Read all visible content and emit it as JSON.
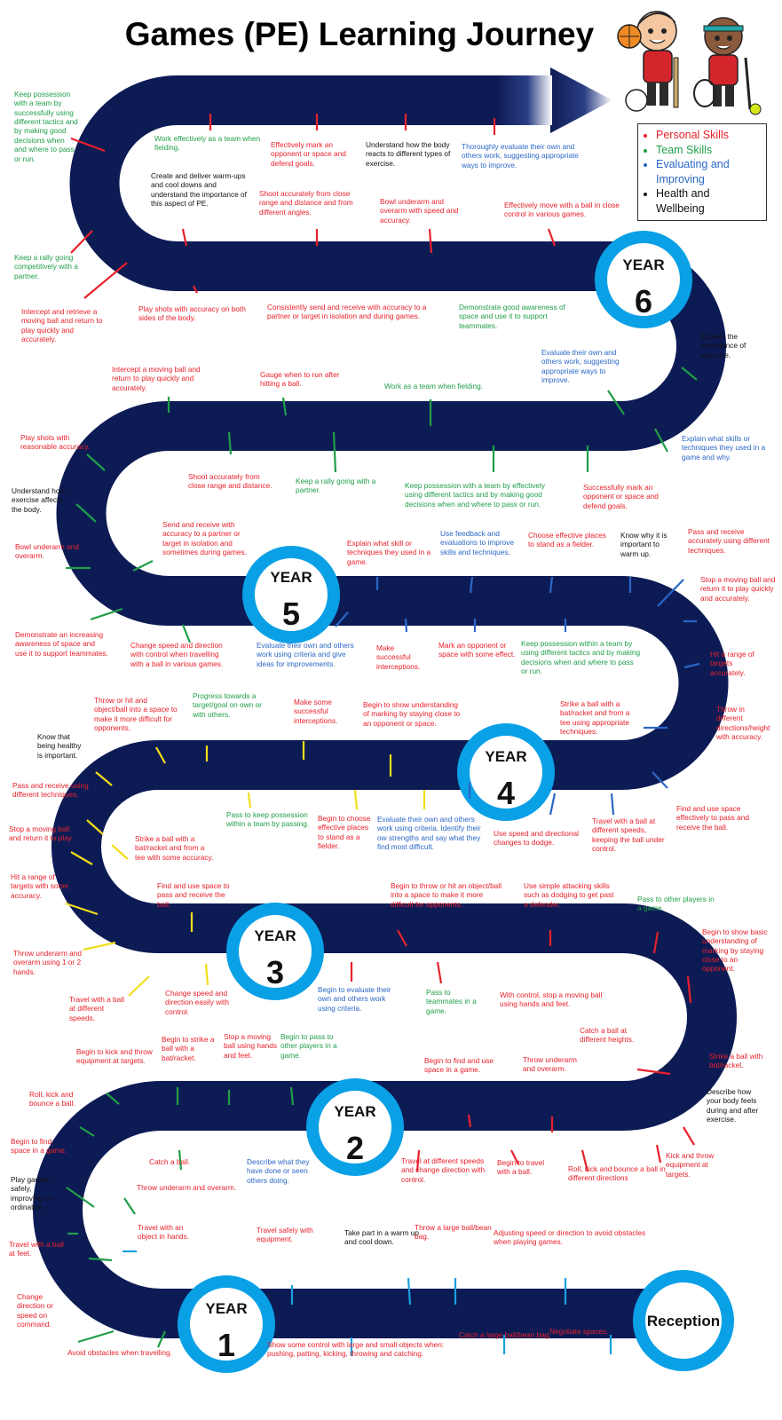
{
  "title": "Games (PE) Learning Journey",
  "legend": [
    {
      "label": "Personal Skills",
      "color": "#e8202a"
    },
    {
      "label": "Team Skills",
      "color": "#1f9e48"
    },
    {
      "label": "Evaluating and Improving",
      "color": "#2a67c7"
    },
    {
      "label": "Health and Wellbeing",
      "color": "#111111"
    }
  ],
  "badges": {
    "year6": {
      "word": "YEAR",
      "num": "6"
    },
    "year5": {
      "word": "YEAR",
      "num": "5"
    },
    "year4": {
      "word": "YEAR",
      "num": "4"
    },
    "year3": {
      "word": "YEAR",
      "num": "3"
    },
    "year2": {
      "word": "YEAR",
      "num": "2"
    },
    "year1": {
      "word": "YEAR",
      "num": "1"
    },
    "reception": "Reception"
  },
  "road_colors": {
    "road": "#0d1b55",
    "badge_ring": "#0aa0e6",
    "arrow_tip": "#ffffff"
  },
  "illustration": "two-cartoon-children-with-sports-equipment",
  "labels": [
    {
      "t": "Keep possession with a team by successfully using different tactics and by making good decisions when and where to pass or run.",
      "c": "team"
    },
    {
      "t": "Work effectively as a team when fielding.",
      "c": "team"
    },
    {
      "t": "Effectively mark an opponent or space and defend goals.",
      "c": "personal"
    },
    {
      "t": "Understand how the body reacts to different types of exercise.",
      "c": "health"
    },
    {
      "t": "Thoroughly evaluate their own and others work, suggesting appropriate ways to improve.",
      "c": "eval"
    },
    {
      "t": "Create and deliver warm-ups and cool downs and understand the importance of this aspect of PE.",
      "c": "health"
    },
    {
      "t": "Shoot accurately from close range and distance and from different angles.",
      "c": "personal"
    },
    {
      "t": "Bowl underarm and overarm with speed and accuracy.",
      "c": "personal"
    },
    {
      "t": "Effectively move with a ball in close control in various games.",
      "c": "personal"
    },
    {
      "t": "Keep a rally going competitively with a partner.",
      "c": "team"
    },
    {
      "t": "Intercept and retrieve a moving ball and return to play quickly and accurately.",
      "c": "personal"
    },
    {
      "t": "Play shots with accuracy on both sides of the body.",
      "c": "personal"
    },
    {
      "t": "Consistently send and receive with accuracy to a partner or target in isolation and during games.",
      "c": "personal"
    },
    {
      "t": "Demonstrate good awareness of space and use it to support teammates.",
      "c": "team"
    },
    {
      "t": "Explain the importance of exercise.",
      "c": "health"
    },
    {
      "t": "Evaluate their own and others work, suggesting appropriate ways to improve.",
      "c": "eval"
    },
    {
      "t": "Intercept a moving ball and return to play quickly and accurately.",
      "c": "personal"
    },
    {
      "t": "Gauge when to run after hitting a ball.",
      "c": "personal"
    },
    {
      "t": "Work as a team when fielding.",
      "c": "team"
    },
    {
      "t": "Explain what skills or techniques they used in a game and why.",
      "c": "eval"
    },
    {
      "t": "Play shots with reasonable accuracy.",
      "c": "personal"
    },
    {
      "t": "Shoot accurately from close range and distance.",
      "c": "personal"
    },
    {
      "t": "Keep a rally going with a partner.",
      "c": "team"
    },
    {
      "t": "Keep possession with a team by effectively using different tactics and by making good decisions when and where to pass or run.",
      "c": "team"
    },
    {
      "t": "Successfully mark an opponent or space and defend goals.",
      "c": "personal"
    },
    {
      "t": "Understand how exercise affects the body.",
      "c": "health"
    },
    {
      "t": "Bowl underarm and overarm.",
      "c": "personal"
    },
    {
      "t": "Send and receive with accuracy to a partner or target in isolation and sometimes during games.",
      "c": "personal"
    },
    {
      "t": "Explain what skill or techniques they used in a game.",
      "c": "personal"
    },
    {
      "t": "Use feedback and evaluations to improve skills and techniques.",
      "c": "eval"
    },
    {
      "t": "Choose effective places to stand as a fielder.",
      "c": "personal"
    },
    {
      "t": "Know why it is important to warm up.",
      "c": "health"
    },
    {
      "t": "Pass and receive accurately using different techniques.",
      "c": "personal"
    },
    {
      "t": "Stop a moving ball and return it to play quickly and accurately.",
      "c": "personal"
    },
    {
      "t": "Demonstrate an increasing awareness of space and use it to support teammates.",
      "c": "personal"
    },
    {
      "t": "Change speed and direction with control when travelling with a ball in various games.",
      "c": "personal"
    },
    {
      "t": "Evaluate their own and others work using criteria and give ideas for improvements.",
      "c": "eval"
    },
    {
      "t": "Make successful interceptions.",
      "c": "personal"
    },
    {
      "t": "Mark an opponent or space with some effect.",
      "c": "personal"
    },
    {
      "t": "Keep possession within a team by using different tactics and by making decisions when and where to pass or run.",
      "c": "team"
    },
    {
      "t": "Hit a range of targets accurately.",
      "c": "personal"
    },
    {
      "t": "Throw or hit and object/ball into a space to make it more difficult for opponents.",
      "c": "personal"
    },
    {
      "t": "Progress towards a target/goal on own or with others.",
      "c": "team"
    },
    {
      "t": "Make some successful interceptions.",
      "c": "personal"
    },
    {
      "t": "Begin to show understanding of marking by staying close to an opponent or space.",
      "c": "personal"
    },
    {
      "t": "Strike a ball with a bat/racket and from a tee using appropriate techniques.",
      "c": "personal"
    },
    {
      "t": "Throw in different directions/height with accuracy.",
      "c": "personal"
    },
    {
      "t": "Know that being healthy is important.",
      "c": "health"
    },
    {
      "t": "Pass and receive using different techniques.",
      "c": "personal"
    },
    {
      "t": "Pass to keep possession within a team by passing.",
      "c": "team"
    },
    {
      "t": "Begin to choose effective places to stand as a fielder.",
      "c": "personal"
    },
    {
      "t": "Evaluate their own and others work using criteria. Identify their ow strengths and say what they find most difficult.",
      "c": "eval"
    },
    {
      "t": "Use speed and directional changes to dodge.",
      "c": "personal"
    },
    {
      "t": "Travel with a ball at different speeds, keeping the ball under control.",
      "c": "personal"
    },
    {
      "t": "Find and use space effectively to pass and receive the ball.",
      "c": "personal"
    },
    {
      "t": "Stop a moving ball and return it to play.",
      "c": "personal"
    },
    {
      "t": "Strike a ball with a bat/racket and from a tee with some accuracy.",
      "c": "personal"
    },
    {
      "t": "Hit a range of targets with some accuracy.",
      "c": "personal"
    },
    {
      "t": "Find and use space to pass and receive the ball.",
      "c": "personal"
    },
    {
      "t": "Begin to throw or hit an object/ball into a space to make it more difficult for opponents.",
      "c": "personal"
    },
    {
      "t": "Use simple attacking skills such as dodging to get past a defender.",
      "c": "personal"
    },
    {
      "t": "Pass to other players in a game.",
      "c": "team"
    },
    {
      "t": "Begin to show basic understanding of marking by staying close to an opponent.",
      "c": "personal"
    },
    {
      "t": "Throw underarm and overarm using 1 or 2 hands.",
      "c": "personal"
    },
    {
      "t": "Travel with a ball at different speeds.",
      "c": "personal"
    },
    {
      "t": "Change speed and direction easily with control.",
      "c": "personal"
    },
    {
      "t": "Begin to evaluate their own and others work using criteria.",
      "c": "eval"
    },
    {
      "t": "Pass to teammates in a game.",
      "c": "team"
    },
    {
      "t": "With control, stop a moving ball using hands and feet.",
      "c": "personal"
    },
    {
      "t": "Catch a ball at different heights.",
      "c": "personal"
    },
    {
      "t": "Strike a ball with bat/racket.",
      "c": "personal"
    },
    {
      "t": "Begin to kick and throw equipment at targets.",
      "c": "personal"
    },
    {
      "t": "Begin to strike a ball with a bat/racket.",
      "c": "personal"
    },
    {
      "t": "Stop a moving ball using hands and feet.",
      "c": "personal"
    },
    {
      "t": "Begin to pass to other players in a game.",
      "c": "team"
    },
    {
      "t": "Begin to find and use space in a game.",
      "c": "personal"
    },
    {
      "t": "Throw underarm and overarm.",
      "c": "personal"
    },
    {
      "t": "Describe how your body feels during and after exercise.",
      "c": "health"
    },
    {
      "t": "Roll, kick and bounce a ball.",
      "c": "personal"
    },
    {
      "t": "Begin to find space in a game.",
      "c": "personal"
    },
    {
      "t": "Play games safely, improving co-ordination.",
      "c": "health"
    },
    {
      "t": "Catch a ball.",
      "c": "personal"
    },
    {
      "t": "Describe what they have done or seen others doing.",
      "c": "eval"
    },
    {
      "t": "Throw underarm and overarm.",
      "c": "personal"
    },
    {
      "t": "Travel at different speeds and change direction with control.",
      "c": "personal"
    },
    {
      "t": "Begin to travel with a ball.",
      "c": "personal"
    },
    {
      "t": "Roll, kick and bounce a ball in different directions",
      "c": "personal"
    },
    {
      "t": "Kick and throw equipment at targets.",
      "c": "personal"
    },
    {
      "t": "Travel with a ball at feet.",
      "c": "personal"
    },
    {
      "t": "Travel with an object in hands.",
      "c": "personal"
    },
    {
      "t": "Travel safely with equipment.",
      "c": "personal"
    },
    {
      "t": "Take part in a warm up and cool down.",
      "c": "health"
    },
    {
      "t": "Throw a large ball/bean bag.",
      "c": "personal"
    },
    {
      "t": "Adjusting speed or direction to avoid obstacles when playing games.",
      "c": "personal"
    },
    {
      "t": "Change direction or speed on command.",
      "c": "personal"
    },
    {
      "t": "Avoid obstacles when travelling.",
      "c": "personal"
    },
    {
      "t": "Show some control with large and small objects when: pushing, patting, kicking, throwing and catching.",
      "c": "personal"
    },
    {
      "t": "Catch a large ball/bean bag.",
      "c": "personal"
    },
    {
      "t": "Negotiate spaces.",
      "c": "personal"
    }
  ]
}
